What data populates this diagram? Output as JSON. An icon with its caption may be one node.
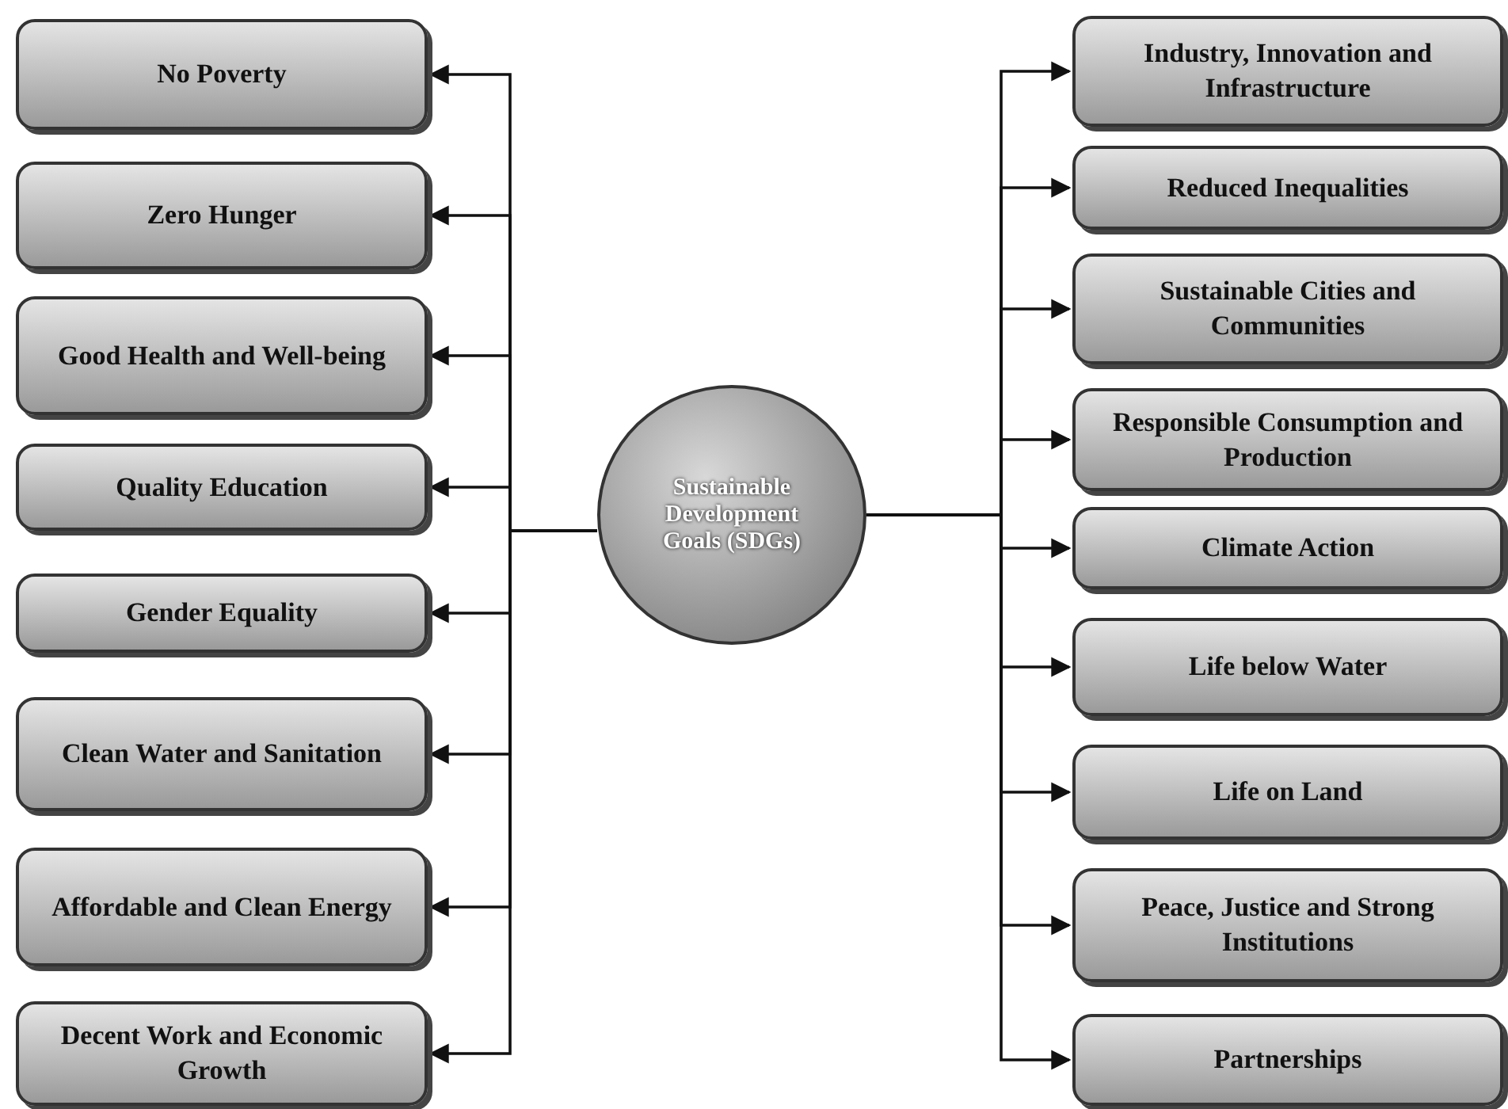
{
  "diagram": {
    "nodes": [
      {
        "text": [
          "Sustainable Development Goals (SDGs)"
        ]
      },
      {
        "text": [
          "No Poverty"
        ]
      },
      {
        "text": [
          "Zero Hunger"
        ]
      },
      {
        "text": [
          "Good Health and Well-being"
        ]
      },
      {
        "text": [
          "Quality Education"
        ]
      },
      {
        "text": [
          "Gender Equality"
        ]
      },
      {
        "text": [
          "Clean Water and Sanitation"
        ]
      },
      {
        "text": [
          "Affordable and Clean Energy"
        ]
      },
      {
        "text": [
          "Decent Work and Economic Growth"
        ]
      },
      {
        "text": [
          "Industry, Innovation and Infrastructure"
        ]
      },
      {
        "text": [
          "Reduced Inequalities"
        ]
      },
      {
        "text": [
          "Sustainable Cities and Communities"
        ]
      },
      {
        "text": [
          "Responsible Consumption and Production"
        ]
      },
      {
        "text": [
          "Climate Action"
        ]
      },
      {
        "text": [
          "Life below Water"
        ]
      },
      {
        "text": [
          "Life on Land"
        ]
      },
      {
        "text": [
          "Peace, Justice and Strong Institutions"
        ]
      },
      {
        "text": [
          "Partnerships"
        ]
      }
    ],
    "edges": [
      {
        "from": 0,
        "to": 1,
        "arrow": "to"
      },
      {
        "from": 0,
        "to": 2,
        "arrow": "to"
      },
      {
        "from": 0,
        "to": 3,
        "arrow": "to"
      },
      {
        "from": 0,
        "to": 4,
        "arrow": "to"
      },
      {
        "from": 0,
        "to": 5,
        "arrow": "to"
      },
      {
        "from": 0,
        "to": 6,
        "arrow": "to"
      },
      {
        "from": 0,
        "to": 7,
        "arrow": "to"
      },
      {
        "from": 0,
        "to": 8,
        "arrow": "to"
      },
      {
        "from": 0,
        "to": 9,
        "arrow": "to"
      },
      {
        "from": 0,
        "to": 10,
        "arrow": "to"
      },
      {
        "from": 0,
        "to": 11,
        "arrow": "to"
      },
      {
        "from": 0,
        "to": 12,
        "arrow": "to"
      },
      {
        "from": 0,
        "to": 13,
        "arrow": "to"
      },
      {
        "from": 0,
        "to": 14,
        "arrow": "to"
      },
      {
        "from": 0,
        "to": 15,
        "arrow": "to"
      },
      {
        "from": 0,
        "to": 16,
        "arrow": "to"
      },
      {
        "from": 0,
        "to": 17,
        "arrow": "to"
      }
    ]
  }
}
